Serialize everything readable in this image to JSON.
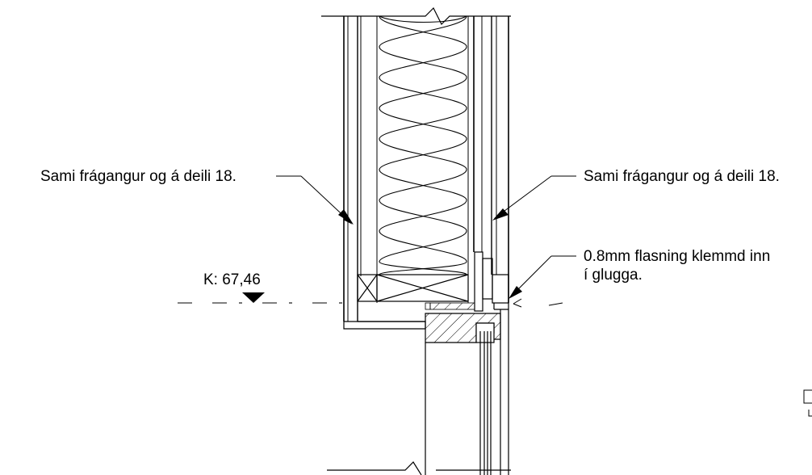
{
  "annotations": {
    "left_note": "Sami frágangur og á deili 18.",
    "right_note": "Sami frágangur og á deili 18.",
    "flashing_note_line1": "0.8mm flasning klemmd inn",
    "flashing_note_line2": "í glugga."
  },
  "level_marker": {
    "label": "K: 67,46"
  },
  "colors": {
    "line": "#000000",
    "background": "#ffffff"
  }
}
